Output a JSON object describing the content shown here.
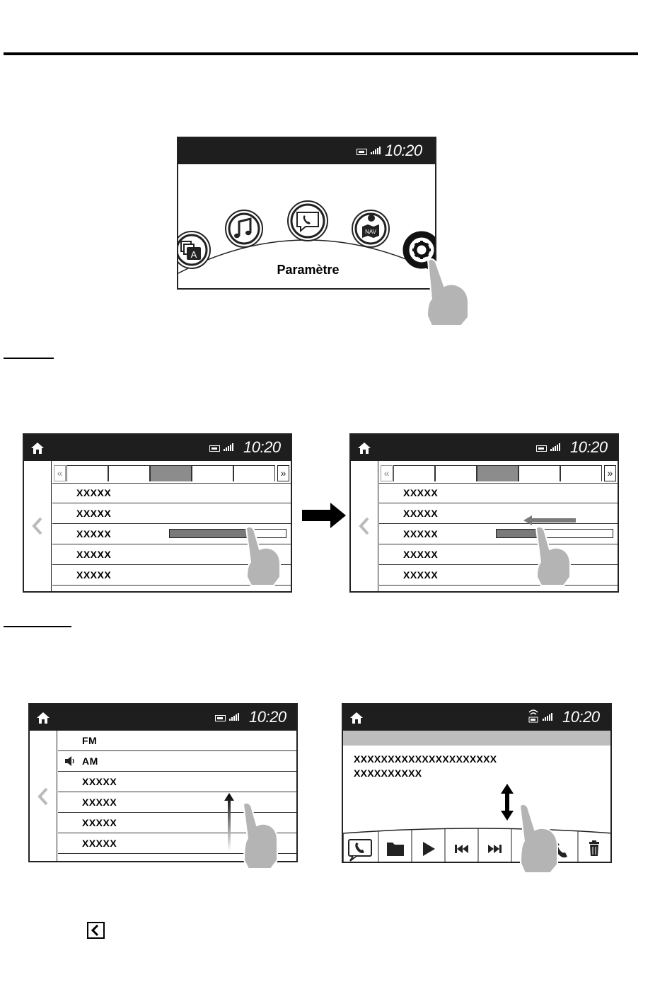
{
  "status": {
    "time": "10:20"
  },
  "home_screen": {
    "selected_label": "Paramètre",
    "nav_icon_text": "NAV",
    "app_icon_letter": "A"
  },
  "tab_screen_left": {
    "rows": [
      "XXXXX",
      "XXXXX",
      "XXXXX",
      "XXXXX",
      "XXXXX"
    ],
    "slider_level": 0.72
  },
  "tab_screen_right": {
    "rows": [
      "XXXXX",
      "XXXXX",
      "XXXXX",
      "XXXXX",
      "XXXXX"
    ],
    "slider_level": 0.35
  },
  "list_screen": {
    "rows": [
      "FM",
      "AM",
      "XXXXX",
      "XXXXX",
      "XXXXX",
      "XXXXX"
    ]
  },
  "message_screen": {
    "line1": "XXXXXXXXXXXXXXXXXXXXX",
    "line2": "XXXXXXXXXX",
    "toolbar": [
      "phone-message-icon",
      "folder-icon",
      "play-icon",
      "skip-back-icon",
      "skip-forward-icon",
      "blank",
      "call-icon",
      "trash-icon"
    ]
  },
  "colors": {
    "status_bar": "#1e1e1e",
    "active_tab": "#8c8c8c",
    "finger": "#b4b4b4"
  }
}
